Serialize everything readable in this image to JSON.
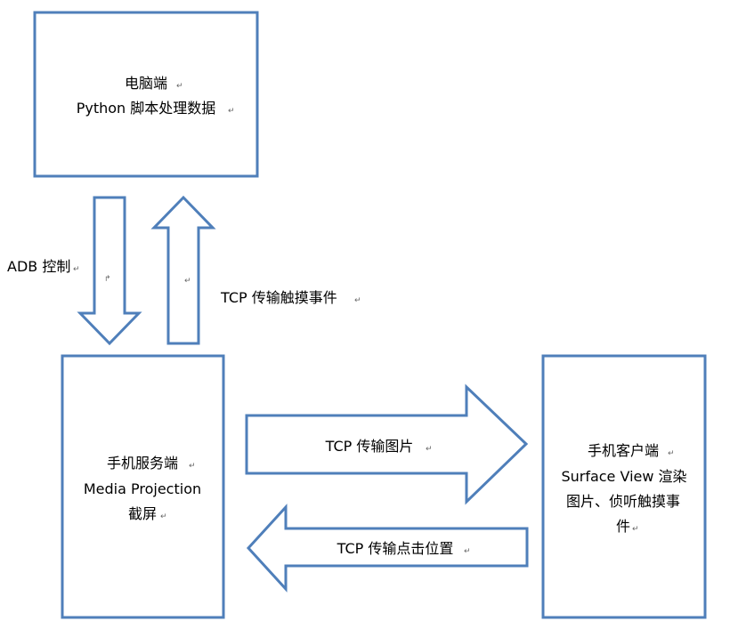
{
  "nodes": {
    "pc": {
      "line1": "电脑端",
      "line2": "Python 脚本处理数据"
    },
    "server": {
      "line1": "手机服务端",
      "line2": "Media Projection",
      "line3": "截屏"
    },
    "client": {
      "line1": "手机客户端",
      "line2": "Surface View 渲染",
      "line3": "图片、侦听触摸事",
      "line4": "件"
    }
  },
  "edges": {
    "adb": "ADB 控制",
    "tcp_touch": "TCP 传输触摸事件",
    "tcp_image": "TCP 传输图片",
    "tcp_click": "TCP 传输点击位置"
  },
  "colors": {
    "stroke": "#4f7fba",
    "fill": "#ffffff"
  }
}
